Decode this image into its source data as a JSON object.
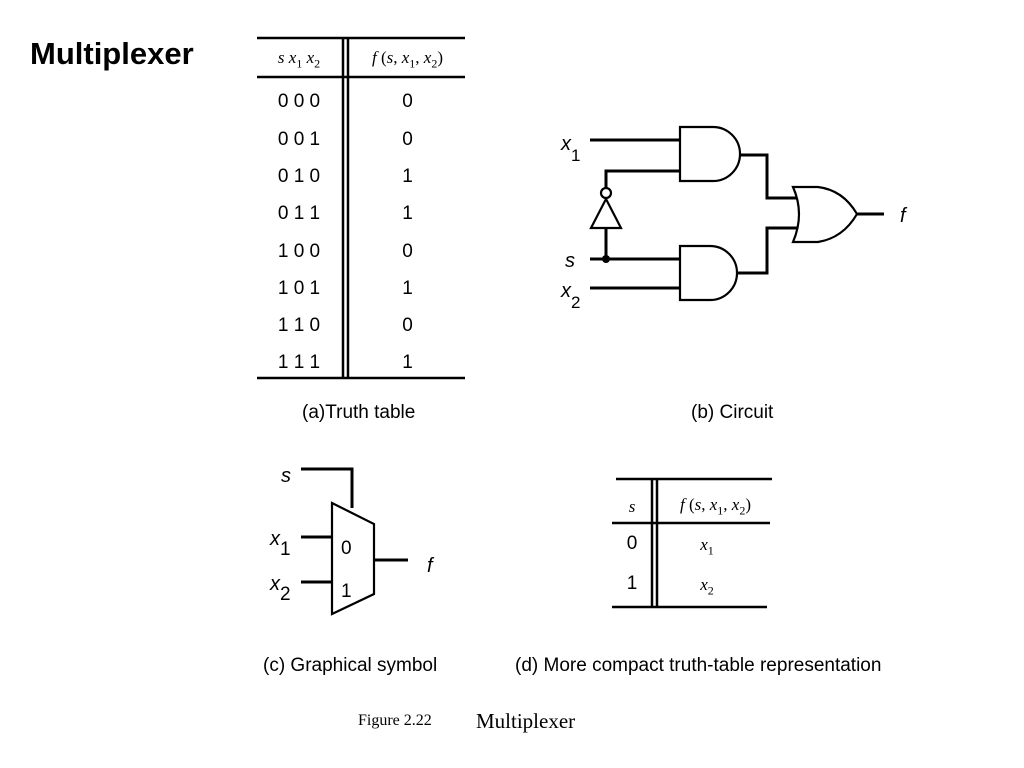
{
  "title": "Multiplexer",
  "truth_table": {
    "header_inputs": [
      "s",
      "x",
      "1",
      "x",
      "2"
    ],
    "header_output": [
      "f",
      " (",
      "s",
      ", ",
      "x",
      "1",
      ", ",
      "x",
      "2",
      ")"
    ],
    "rows": [
      {
        "in": "0 0 0",
        "out": "0"
      },
      {
        "in": "0 0 1",
        "out": "0"
      },
      {
        "in": "0 1 0",
        "out": "1"
      },
      {
        "in": "0 1 1",
        "out": "1"
      },
      {
        "in": "1 0 0",
        "out": "0"
      },
      {
        "in": "1 0 1",
        "out": "1"
      },
      {
        "in": "1 1 0",
        "out": "0"
      },
      {
        "in": "1 1 1",
        "out": "1"
      }
    ],
    "caption": "(a)Truth table"
  },
  "circuit": {
    "labels": {
      "x1_var": "x",
      "x1_sub": "1",
      "s": "s",
      "x2_var": "x",
      "x2_sub": "2",
      "f": "f"
    },
    "caption": "(b) Circuit"
  },
  "symbol": {
    "labels": {
      "s": "s",
      "x1_var": "x",
      "x1_sub": "1",
      "x2_var": "x",
      "x2_sub": "2",
      "in0": "0",
      "in1": "1",
      "f": "f"
    },
    "caption": "(c) Graphical symbol"
  },
  "compact_table": {
    "header_s": "s",
    "header_f": [
      "f",
      " (",
      "s",
      ", ",
      "x",
      "1",
      ", ",
      "x",
      "2",
      ")"
    ],
    "rows": [
      {
        "s": "0",
        "var": "x",
        "sub": "1"
      },
      {
        "s": "1",
        "var": "x",
        "sub": "2"
      }
    ],
    "caption": "(d) More compact truth-table representation"
  },
  "figure_caption": {
    "number": "Figure 2.22",
    "title": "Multiplexer"
  }
}
